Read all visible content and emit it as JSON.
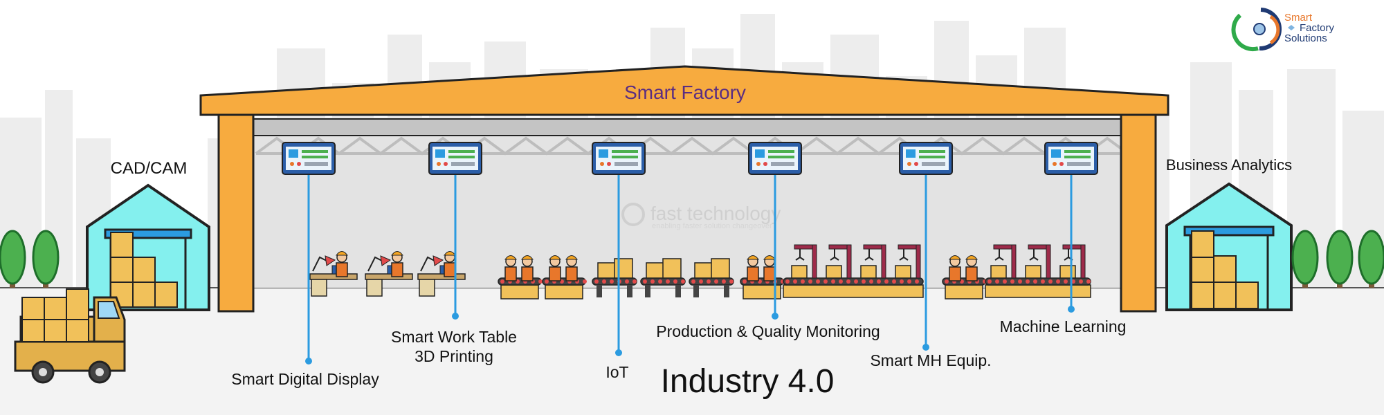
{
  "factory": {
    "title": "Smart Factory",
    "footer": "Industry 4.0"
  },
  "buildings": {
    "left": "CAD/CAM",
    "right": "Business Analytics"
  },
  "labels": {
    "display": "Smart Digital Display",
    "worktable_1": "Smart Work Table",
    "worktable_2": "3D Printing",
    "iot": "IoT",
    "production": "Production & Quality Monitoring",
    "mh": "Smart MH Equip.",
    "ml": "Machine Learning"
  },
  "watermark": {
    "name": "fast technology",
    "tagline": "enabling faster solution changeover"
  },
  "logo": {
    "line1": "Smart",
    "line2": "Factory",
    "line3": "Solutions"
  },
  "colors": {
    "roof": "#F7AB3F",
    "title": "#5A2D82",
    "warehouse": "#84F0EE",
    "pointer": "#2B9BE0",
    "box": "#F1C15A",
    "logo_green": "#2FAA4A",
    "logo_orange": "#E8772B",
    "logo_navy": "#1F3A73"
  }
}
